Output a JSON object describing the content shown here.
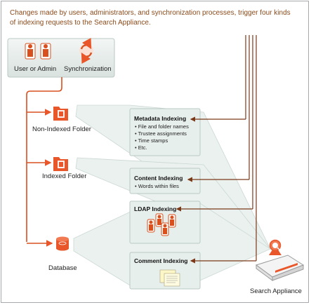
{
  "caption": {
    "line1": "Changes made by users, administrators, and synchronization processes, trigger four kinds",
    "line2": "of indexing requests to the Search Appliance."
  },
  "actors": {
    "user_label": "User or Admin",
    "sync_label": "Synchronization"
  },
  "folders": {
    "non_indexed_label": "Non-Indexed Folder",
    "indexed_label": "Indexed Folder",
    "database_label": "Database"
  },
  "appliance_label": "Search Appliance",
  "requests": {
    "metadata": {
      "title": "Metadata Indexing",
      "items": [
        "File and folder names",
        "Trustee assignments",
        "Time stamps",
        "Etc."
      ]
    },
    "content": {
      "title": "Content Indexing",
      "items": [
        "Words within files"
      ]
    },
    "ldap": {
      "title": "LDAP Indexing"
    },
    "comment": {
      "title": "Comment Indexing"
    }
  },
  "colors": {
    "accent": "#e8562a",
    "line": "#d9501f",
    "arrow": "#7a3a1a",
    "panel": "#e7efec",
    "panel_stroke": "#b9c9c4",
    "caption": "#8b4a1a"
  }
}
